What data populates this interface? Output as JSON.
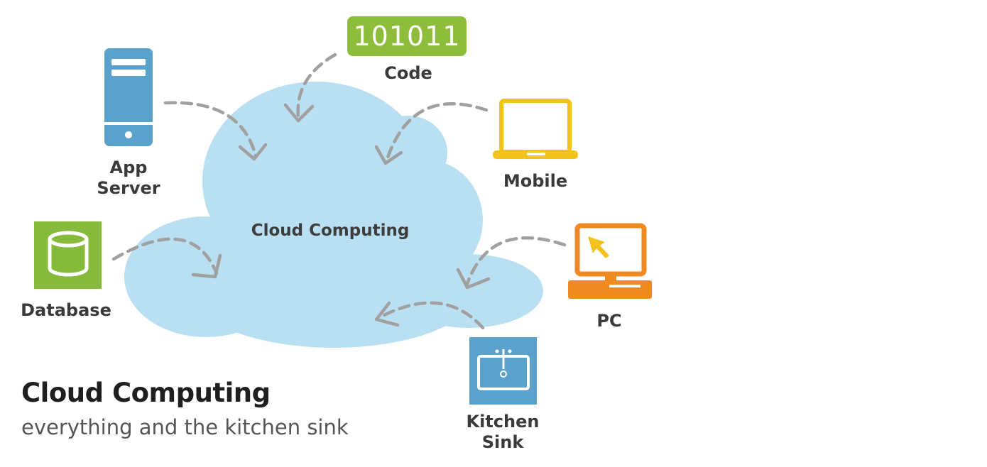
{
  "center": {
    "label": "Cloud Computing"
  },
  "nodes": {
    "code": {
      "value": "101011",
      "label": "Code"
    },
    "app_server": {
      "label_line1": "App",
      "label_line2": "Server"
    },
    "mobile": {
      "label": "Mobile"
    },
    "database": {
      "label": "Database"
    },
    "pc": {
      "label": "PC"
    },
    "kitchen_sink": {
      "label_line1": "Kitchen",
      "label_line2": "Sink"
    }
  },
  "footer": {
    "title": "Cloud Computing",
    "subtitle": "everything and the kitchen sink"
  },
  "colors": {
    "cloud": "#b9dff2",
    "app_server": "#5aa2cb",
    "code": "#8dbd3a",
    "mobile": "#f3c31d",
    "database": "#86ba3a",
    "pc": "#ef8a22",
    "kitchen_sink": "#5aa2cb",
    "arrow": "#a0a0a0"
  },
  "icons": [
    "server-icon",
    "code-icon",
    "laptop-icon",
    "database-icon",
    "desktop-pc-icon",
    "sink-icon"
  ]
}
